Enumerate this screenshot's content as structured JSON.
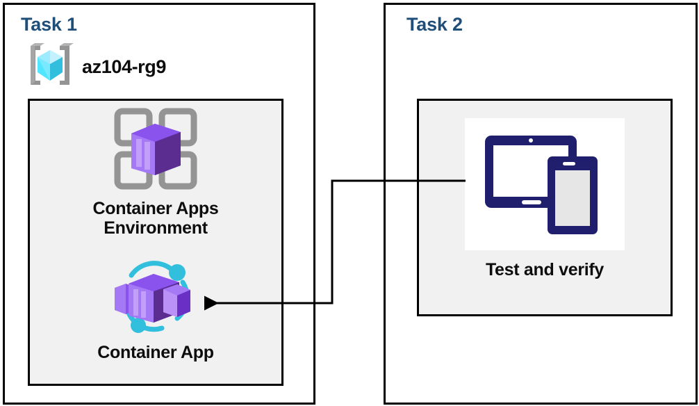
{
  "diagram": {
    "background_color": "#ffffff",
    "panel_border_color": "#000000",
    "inner_panel_fill": "#f1f1f1",
    "task_title_color": "#1F4E79",
    "label_color": "#0d0d0d"
  },
  "task1": {
    "title": "Task 1",
    "resource_group": {
      "icon": "azure-resource-group-icon",
      "label": "az104-rg9"
    },
    "nodes": [
      {
        "id": "container-apps-environment",
        "icon": "container-apps-environment-icon",
        "label": "Container Apps\nEnvironment"
      },
      {
        "id": "container-app",
        "icon": "container-app-icon",
        "label": "Container App"
      }
    ]
  },
  "task2": {
    "title": "Task 2",
    "nodes": [
      {
        "id": "test-and-verify",
        "icon": "devices-test-icon",
        "label": "Test and verify"
      }
    ]
  },
  "connector": {
    "name": "test-to-container-app-connector",
    "from": "test-and-verify",
    "to": "container-app",
    "color": "#000000",
    "arrowhead": "left"
  },
  "palette": {
    "azure_cyan_light": "#9CEBFF",
    "azure_cyan": "#32BEDD",
    "azure_cyan_dark": "#1FA8C9",
    "bracket_grey": "#949494",
    "purple_dark": "#5C2D91",
    "purple": "#7B3FE4",
    "purple_light": "#A578F5",
    "purple_lighter": "#B991F7",
    "navy": "#1F1F6E",
    "device_screen_grey": "#E6E6E6"
  }
}
